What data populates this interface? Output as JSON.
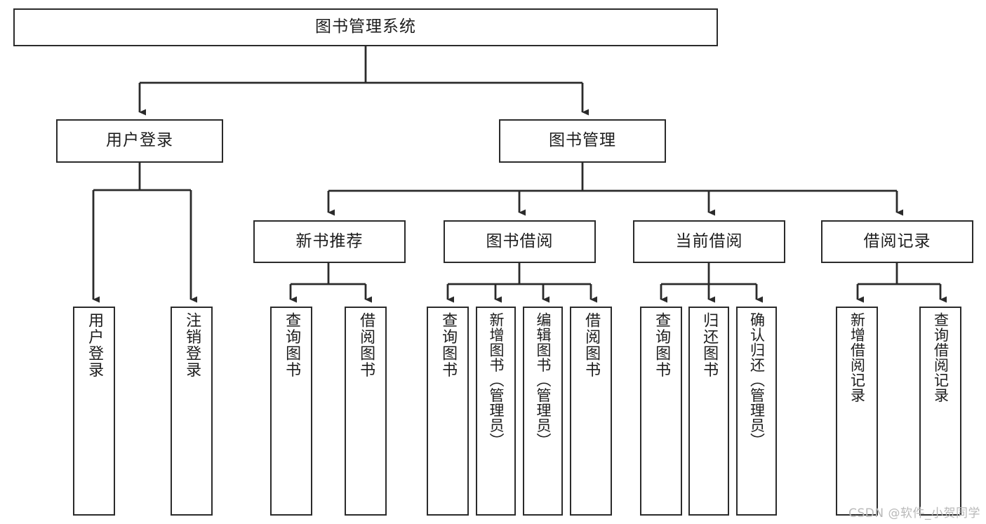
{
  "diagram": {
    "title": "图书管理系统",
    "type": "tree-hierarchy-chart",
    "root": {
      "id": "root",
      "label": "图书管理系统"
    },
    "level2": [
      {
        "id": "user-login",
        "label": "用户登录"
      },
      {
        "id": "book-management",
        "label": "图书管理"
      }
    ],
    "level3": [
      {
        "id": "new-book-recommend",
        "label": "新书推荐"
      },
      {
        "id": "book-borrow",
        "label": "图书借阅"
      },
      {
        "id": "current-borrow",
        "label": "当前借阅"
      },
      {
        "id": "borrow-record",
        "label": "借阅记录"
      }
    ],
    "leaves": [
      {
        "id": "leaf-user-login",
        "label": "用户登录",
        "parent": "user-login"
      },
      {
        "id": "leaf-logout-login",
        "label": "注销登录",
        "parent": "user-login"
      },
      {
        "id": "leaf-query-book-1",
        "label": "查询图书",
        "parent": "new-book-recommend"
      },
      {
        "id": "leaf-borrow-book-1",
        "label": "借阅图书",
        "parent": "new-book-recommend"
      },
      {
        "id": "leaf-query-book-2",
        "label": "查询图书",
        "parent": "book-borrow"
      },
      {
        "id": "leaf-add-book",
        "label": "新增图书（管理员）",
        "parent": "book-borrow"
      },
      {
        "id": "leaf-edit-book",
        "label": "编辑图书（管理员）",
        "parent": "book-borrow"
      },
      {
        "id": "leaf-borrow-book-2",
        "label": "借阅图书",
        "parent": "book-borrow"
      },
      {
        "id": "leaf-query-book-3",
        "label": "查询图书",
        "parent": "current-borrow"
      },
      {
        "id": "leaf-return-book",
        "label": "归还图书",
        "parent": "current-borrow"
      },
      {
        "id": "leaf-confirm-return",
        "label": "确认归还（管理员）",
        "parent": "current-borrow"
      },
      {
        "id": "leaf-add-record",
        "label": "新增借阅记录",
        "parent": "borrow-record"
      },
      {
        "id": "leaf-query-record",
        "label": "查询借阅记录",
        "parent": "borrow-record"
      }
    ],
    "colors": {
      "box_border": "#2b2b2b",
      "connector": "#2b2b2b",
      "background": "#ffffff",
      "text": "#1d1d1d",
      "watermark": "#b9b9b9"
    }
  },
  "watermark": {
    "text": "CSDN @软件_小贺同学"
  }
}
